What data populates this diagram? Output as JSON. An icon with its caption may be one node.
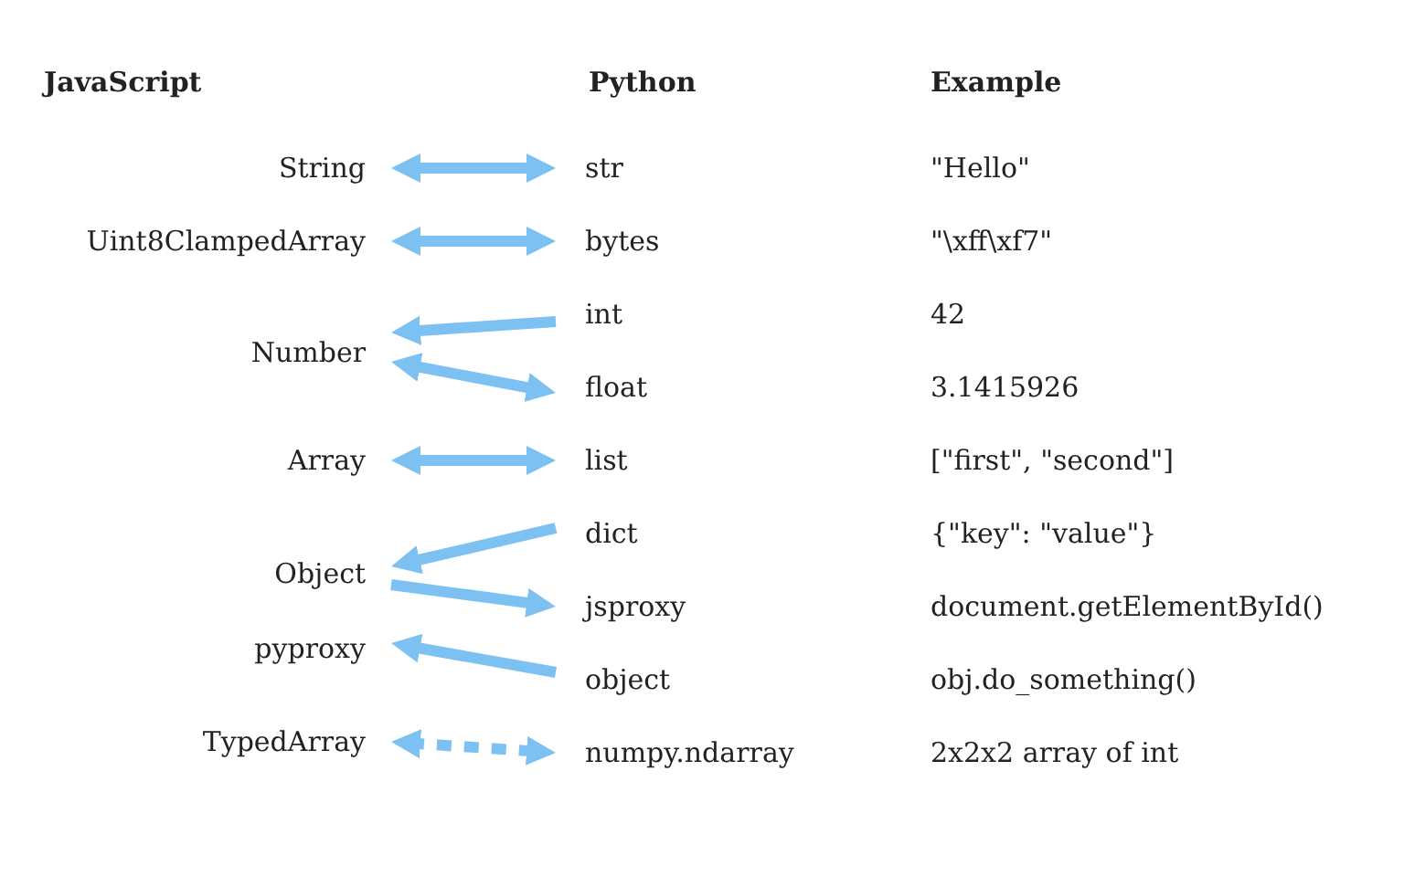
{
  "diagram": {
    "nodes": [
      {
        "text": [
          "String"
        ]
      },
      {
        "text": [
          "str"
        ]
      },
      {
        "text": [
          "Uint8ClampedArray"
        ]
      },
      {
        "text": [
          "bytes"
        ]
      },
      {
        "text": [
          "int"
        ]
      },
      {
        "text": [
          "Number"
        ]
      },
      {
        "text": [
          "float"
        ]
      },
      {
        "text": [
          "Array"
        ]
      },
      {
        "text": [
          "list"
        ]
      },
      {
        "text": [
          "dict"
        ]
      },
      {
        "text": [
          "Object"
        ]
      },
      {
        "text": [
          "jsproxy"
        ]
      },
      {
        "text": [
          "pyproxy"
        ]
      },
      {
        "text": [
          "object"
        ]
      },
      {
        "text": [
          "TypedArray"
        ]
      },
      {
        "text": [
          "numpy.ndarray"
        ]
      }
    ],
    "edges": [
      {
        "from": 0,
        "to": 1,
        "arrow": "both"
      },
      {
        "from": 2,
        "to": 3,
        "arrow": "both"
      },
      {
        "from": 4,
        "to": 5,
        "arrow": "to"
      },
      {
        "from": 5,
        "to": 6,
        "arrow": "both"
      },
      {
        "from": 7,
        "to": 8,
        "arrow": "both"
      },
      {
        "from": 9,
        "to": 10,
        "arrow": "to"
      },
      {
        "from": 10,
        "to": 11,
        "arrow": "to"
      },
      {
        "from": 13,
        "to": 12,
        "arrow": "to"
      },
      {
        "from": 14,
        "to": 15,
        "arrow": "both",
        "style": "dashed"
      }
    ],
    "labels": [
      "JavaScript",
      "Python",
      "Example",
      "\"Hello\"",
      "\"\\xff\\xf7\"",
      "42",
      "3.1415926",
      "[\"first\", \"second\"]",
      "{\"key\": \"value\"}",
      "document.getElementById()",
      "obj.do_something()",
      "2x2x2 array of int"
    ]
  }
}
